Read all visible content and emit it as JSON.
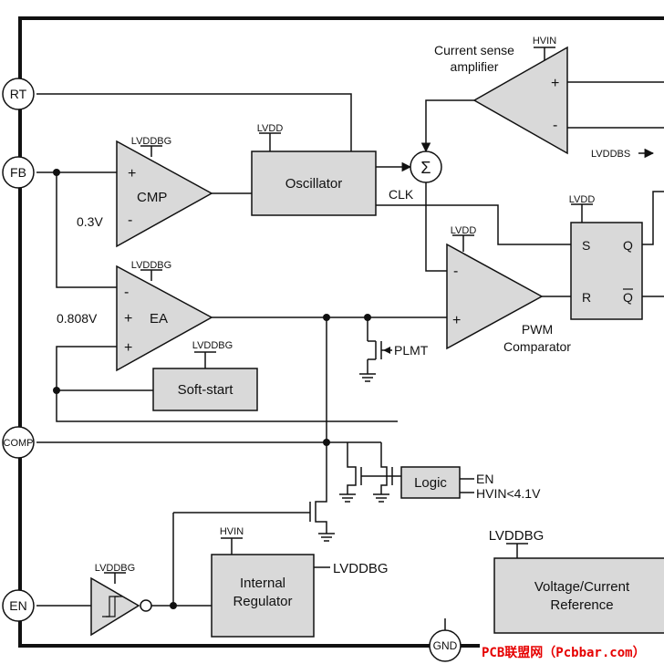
{
  "pins": {
    "rt": "RT",
    "fb": "FB",
    "comp": "COMP",
    "en": "EN",
    "gnd": "GND"
  },
  "supplies": {
    "lvdd": "LVDD",
    "lvddbg": "LVDDBG",
    "hvin": "HVIN",
    "lvddbs": "LVDDBS"
  },
  "blocks": {
    "oscillator": "Oscillator",
    "soft_start": "Soft-start",
    "logic": "Logic",
    "internal_regulator_line1": "Internal",
    "internal_regulator_line2": "Regulator",
    "voltage_reference_line1": "Voltage/Current",
    "voltage_reference_line2": "Reference"
  },
  "amplifiers": {
    "cmp": "CMP",
    "ea": "EA",
    "csa_line1": "Current sense",
    "csa_line2": "amplifier",
    "pwm_line1": "PWM",
    "pwm_line2": "Comparator"
  },
  "flipflop": {
    "s": "S",
    "r": "R",
    "q": "Q",
    "qbar": "Q"
  },
  "signs": {
    "plus": "+",
    "minus": "-"
  },
  "signals": {
    "clk": "CLK",
    "sum": "Σ",
    "plmt": "PLMT",
    "en": "EN",
    "hvin_uvlo": "HVIN<4.1V",
    "ref_03": "0.3V",
    "ref_0808": "0.808V"
  },
  "watermark": "PCB联盟网（Pcbbar.com）",
  "colors": {
    "stroke": "#111111",
    "block_fill": "#d9d9d9",
    "watermark": "#e60000"
  }
}
